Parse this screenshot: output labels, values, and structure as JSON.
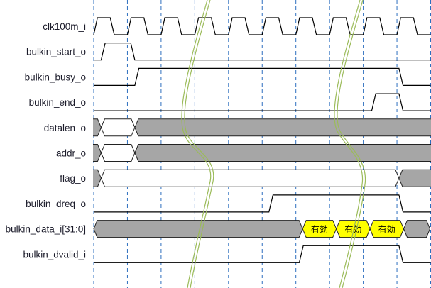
{
  "diagram": {
    "type": "timing",
    "colors": {
      "bus_undefined": "#a6a6a6",
      "bus_valid": "#ffff00",
      "line": "#000000",
      "grid": "#2e6fbf",
      "break": "#9bbb59"
    },
    "cycles": 10,
    "signals": [
      {
        "name": "clk100m_i",
        "kind": "clock"
      },
      {
        "name": "bulkin_start_o",
        "kind": "bit",
        "init": 0,
        "edges": [
          0.22,
          1.1
        ]
      },
      {
        "name": "bulkin_busy_o",
        "kind": "bit",
        "init": 0,
        "edges": [
          1.22,
          9.06
        ]
      },
      {
        "name": "bulkin_end_o",
        "kind": "bit",
        "init": 0,
        "edges": [
          8.25,
          9.06
        ]
      },
      {
        "name": "datalen_o",
        "kind": "bus",
        "segments": [
          {
            "from": -0.3,
            "to": 0.22,
            "state": "undefined",
            "label": ""
          },
          {
            "from": 0.22,
            "to": 1.22,
            "state": "blank",
            "label": ""
          },
          {
            "from": 1.22,
            "to": 10.3,
            "state": "undefined",
            "label": ""
          }
        ]
      },
      {
        "name": "addr_o",
        "kind": "bus",
        "segments": [
          {
            "from": -0.3,
            "to": 0.22,
            "state": "undefined",
            "label": ""
          },
          {
            "from": 0.22,
            "to": 1.22,
            "state": "blank",
            "label": ""
          },
          {
            "from": 1.22,
            "to": 10.3,
            "state": "undefined",
            "label": ""
          }
        ]
      },
      {
        "name": "flag_o",
        "kind": "bus",
        "segments": [
          {
            "from": -0.3,
            "to": 0.22,
            "state": "undefined",
            "label": ""
          },
          {
            "from": 0.22,
            "to": 9.06,
            "state": "blank",
            "label": ""
          },
          {
            "from": 9.06,
            "to": 10.3,
            "state": "undefined",
            "label": ""
          }
        ]
      },
      {
        "name": "bulkin_dreq_o",
        "kind": "bit",
        "init": 0,
        "edges": [
          5.2,
          9.06
        ]
      },
      {
        "name": "bulkin_data_i[31:0]",
        "kind": "bus",
        "segments": [
          {
            "from": 0.0,
            "to": 6.2,
            "state": "undefined",
            "label": ""
          },
          {
            "from": 6.2,
            "to": 7.2,
            "state": "valid",
            "label": "有効"
          },
          {
            "from": 7.2,
            "to": 8.2,
            "state": "valid",
            "label": "有効"
          },
          {
            "from": 8.2,
            "to": 9.2,
            "state": "valid",
            "label": "有効"
          },
          {
            "from": 9.2,
            "to": 9.98,
            "state": "undefined",
            "label": ""
          }
        ]
      },
      {
        "name": "bulkin_dvalid_i",
        "kind": "bit",
        "init": 0,
        "edges": [
          6.1,
          9.06
        ]
      }
    ]
  }
}
